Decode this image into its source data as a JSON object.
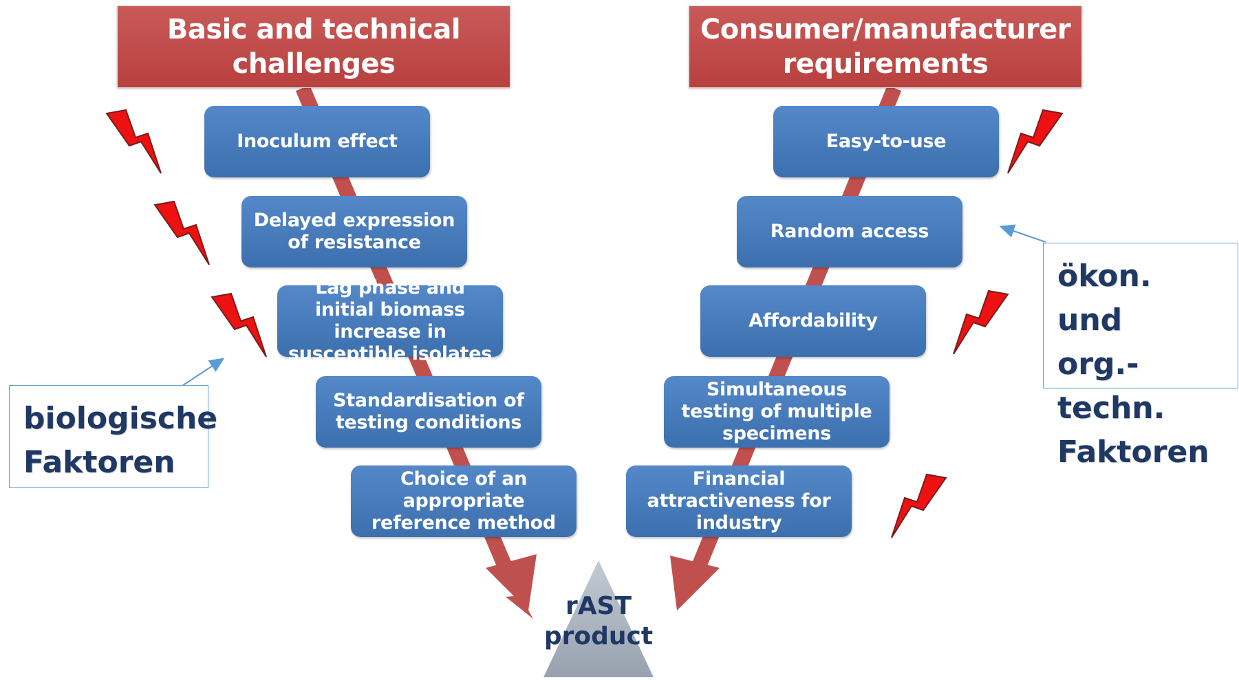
{
  "left_column": {
    "title": "Basic and technical challenges",
    "steps": [
      "Inoculum effect",
      "Delayed expression of resistance",
      "Lag phase and initial biomass increase in susceptible isolates",
      "Standardisation of testing conditions",
      "Choice of an appropriate reference method"
    ]
  },
  "right_column": {
    "title": "Consumer/manufacturer requirements",
    "steps": [
      "Easy-to-use",
      "Random access",
      "Affordability",
      "Simultaneous testing of  multiple specimens",
      "Financial attractiveness for industry"
    ]
  },
  "product": {
    "label": "rAST\nproduct"
  },
  "notes": {
    "left": "biologische\nFaktoren",
    "right": "ökon. und\norg.-techn.\nFaktoren"
  },
  "colors": {
    "banner_red": "#b9403e",
    "box_blue": "#3c6fae",
    "lightning_red": "#ee1111",
    "note_border": "#5b9bd5",
    "note_text": "#1f3864",
    "triangle": "#a9b2bf"
  }
}
